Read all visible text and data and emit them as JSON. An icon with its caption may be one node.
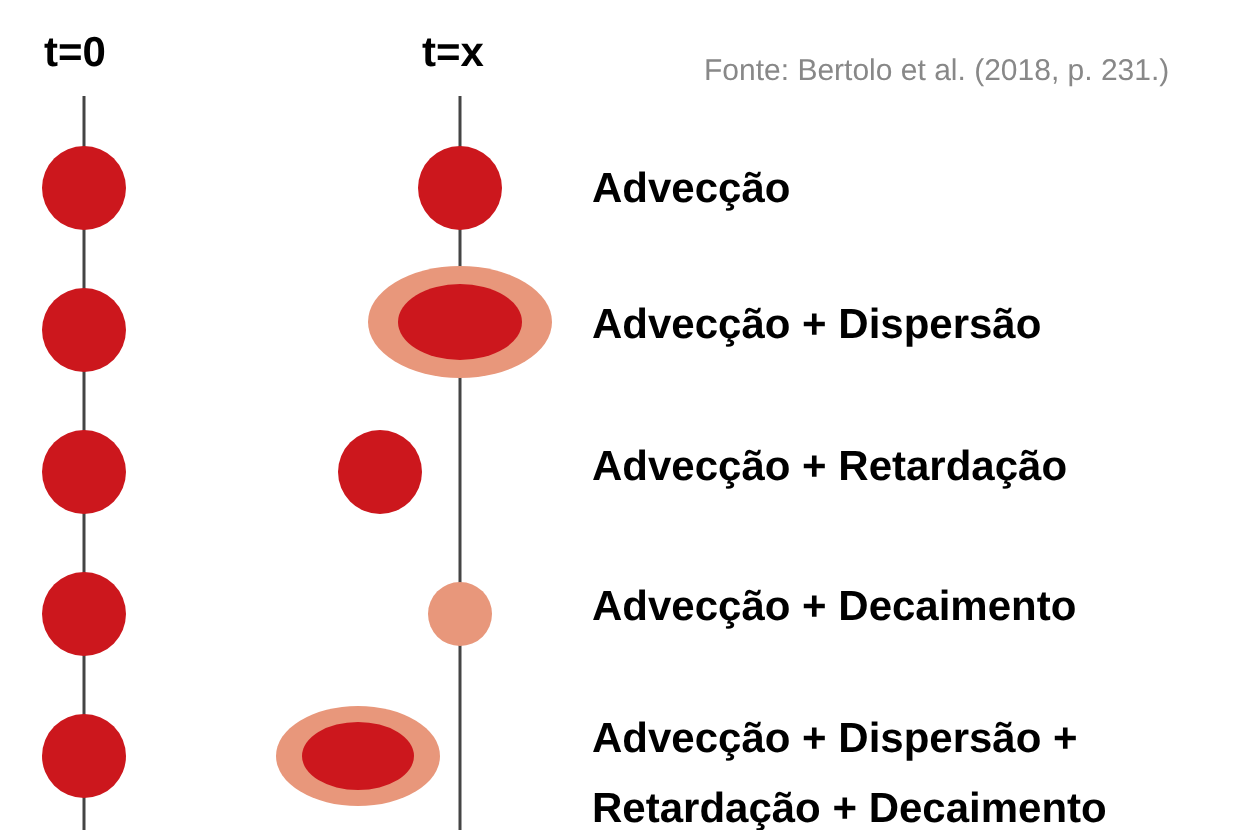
{
  "diagram": {
    "caption": "Fonte: Bertolo et al. (2018, p. 231.)",
    "labels": [
      "t=0",
      "t=x",
      "Advecção",
      "Advecção + Dispersão",
      "Advecção + Retardação",
      "Advecção + Decaimento",
      "Advecção + Dispersão + Retardação + Decaimento"
    ]
  }
}
